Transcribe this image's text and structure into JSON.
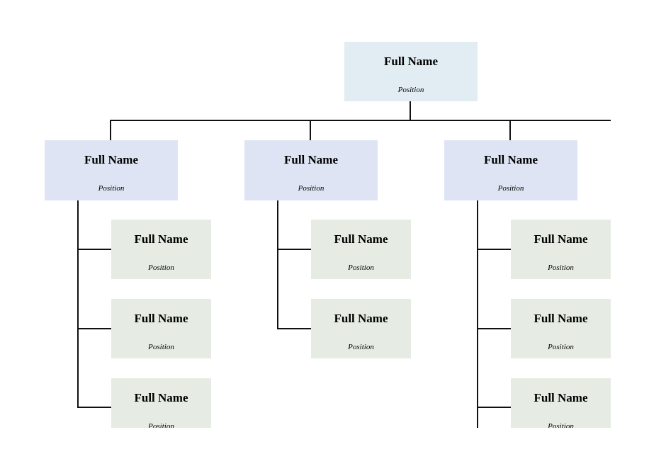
{
  "chart": {
    "root": {
      "name": "Full Name",
      "position": "Position"
    },
    "managers": [
      {
        "name": "Full Name",
        "position": "Position",
        "reports": [
          {
            "name": "Full Name",
            "position": "Position"
          },
          {
            "name": "Full Name",
            "position": "Position"
          },
          {
            "name": "Full Name",
            "position": "Position"
          }
        ]
      },
      {
        "name": "Full Name",
        "position": "Position",
        "reports": [
          {
            "name": "Full Name",
            "position": "Position"
          },
          {
            "name": "Full Name",
            "position": "Position"
          }
        ]
      },
      {
        "name": "Full Name",
        "position": "Position",
        "reports": [
          {
            "name": "Full Name",
            "position": "Position"
          },
          {
            "name": "Full Name",
            "position": "Position"
          },
          {
            "name": "Full Name",
            "position": "Position"
          }
        ]
      }
    ]
  },
  "colors": {
    "root_fill": "#e1edf3",
    "manager_fill": "#dee4f3",
    "report_fill": "#e6ece3",
    "connector": "#111111"
  }
}
